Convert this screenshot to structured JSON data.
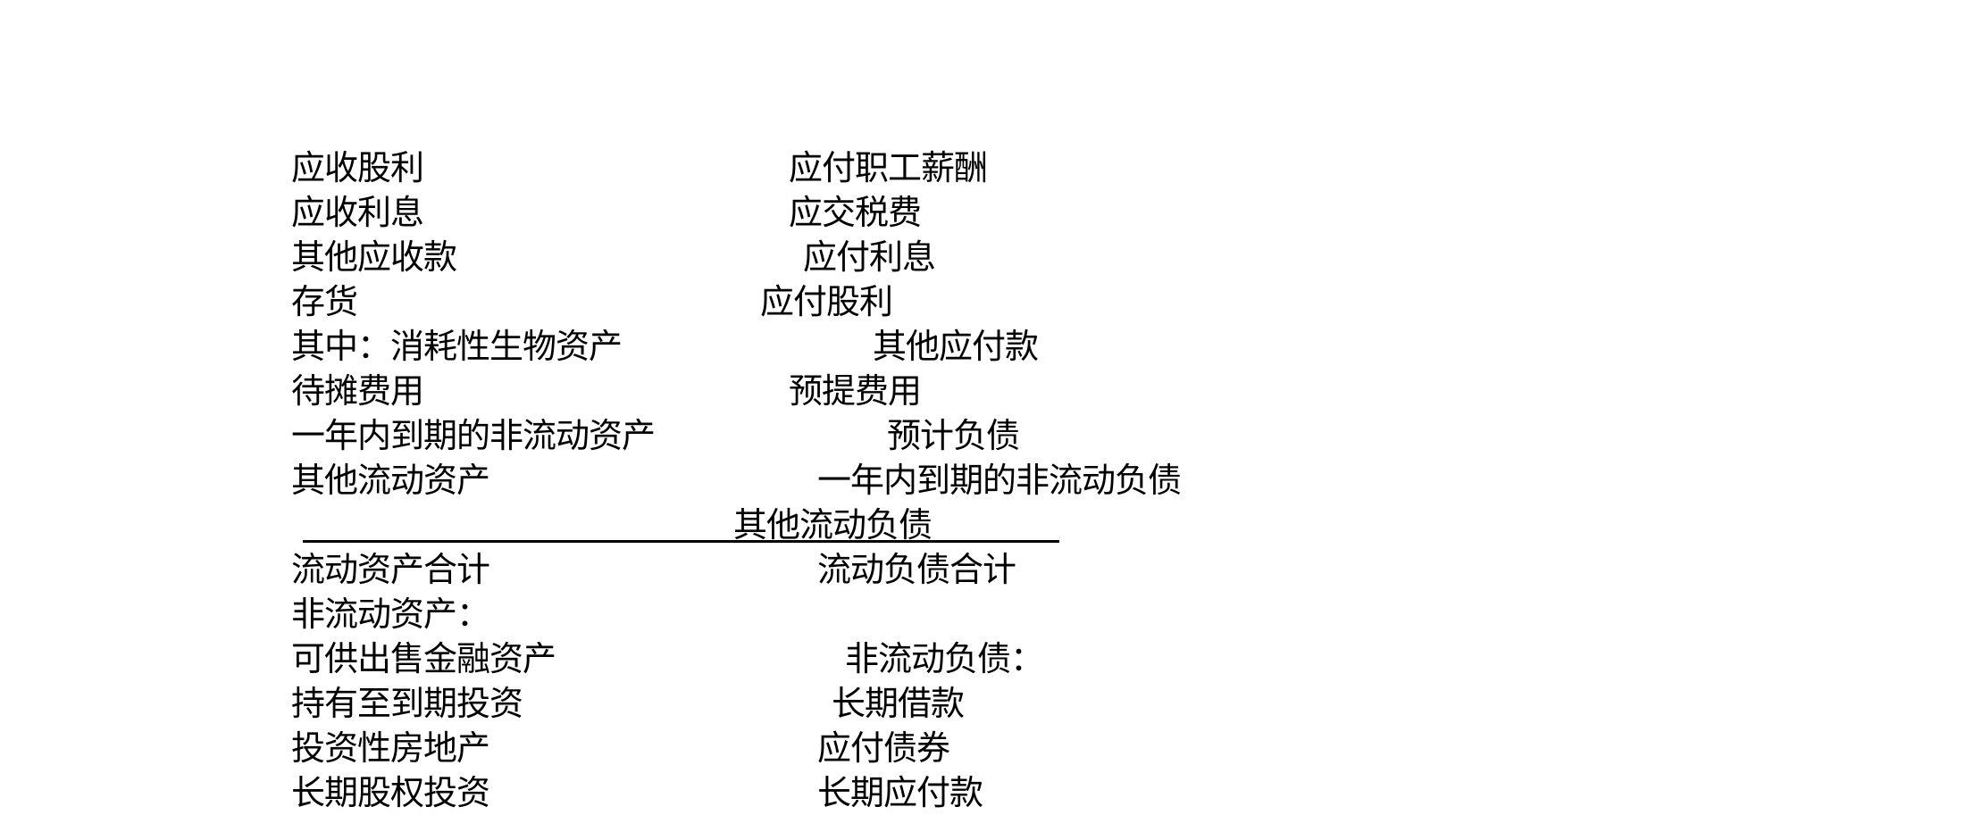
{
  "document": {
    "rows": [
      {
        "left": "应收股利",
        "right": "应付职工薪酬"
      },
      {
        "left": "应收利息",
        "right": "应交税费"
      },
      {
        "left": "其他应收款",
        "right": "应付利息"
      },
      {
        "left": "存货",
        "right": "应付股利"
      },
      {
        "left": "其中：消耗性生物资产",
        "right": "其他应付款"
      },
      {
        "left": "待摊费用",
        "right": "预提费用"
      },
      {
        "left": "一年内到期的非流动资产",
        "right": "预计负债"
      },
      {
        "left": "其他流动资产",
        "right": "一年内到期的非流动负债"
      },
      {
        "left": "",
        "right": "其他流动负债"
      },
      {
        "left": "流动资产合计",
        "right": "流动负债合计"
      },
      {
        "left": "非流动资产：",
        "right": ""
      },
      {
        "left": "可供出售金融资产",
        "right": "非流动负债："
      },
      {
        "left": "持有至到期投资",
        "right": "长期借款"
      },
      {
        "left": "投资性房地产",
        "right": "应付债券"
      },
      {
        "left": "长期股权投资",
        "right": "长期应付款"
      }
    ]
  }
}
